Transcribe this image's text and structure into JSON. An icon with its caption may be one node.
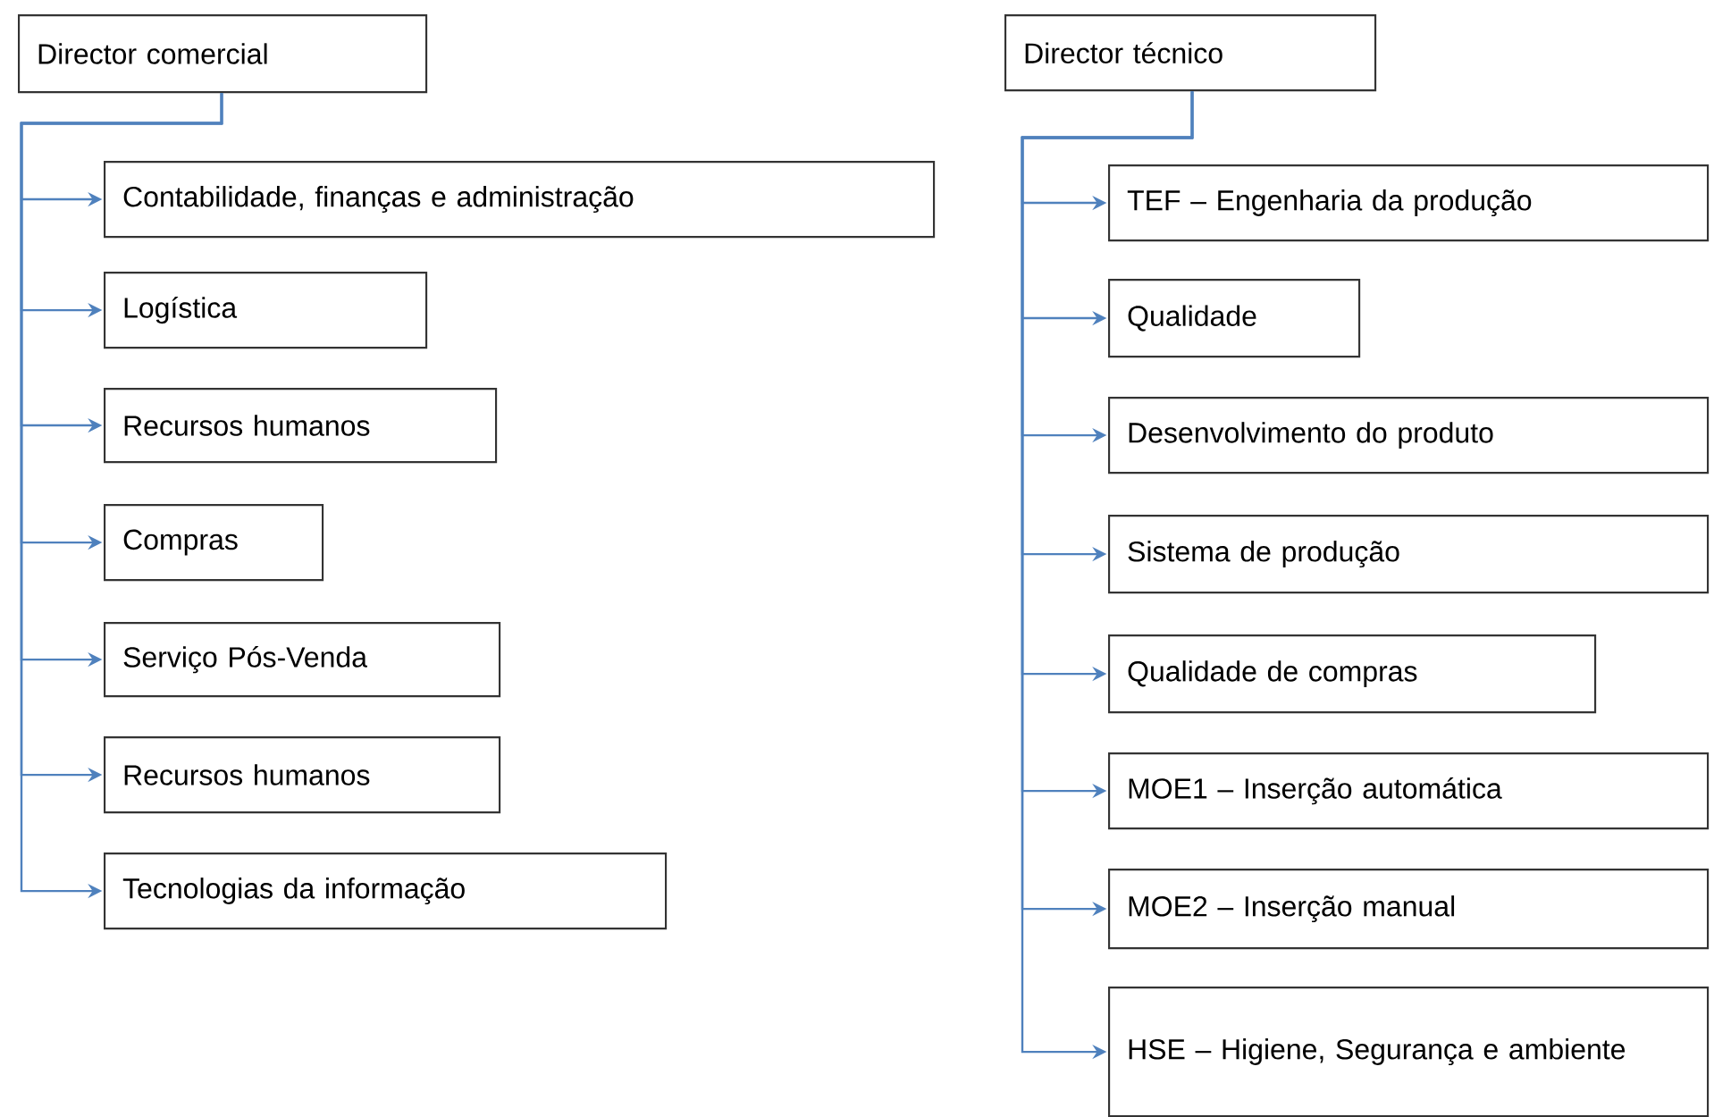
{
  "diagram": {
    "nodes": [
      {
        "text": [
          "Director comercial"
        ]
      },
      {
        "text": [
          "Contabilidade, finanças e administração"
        ]
      },
      {
        "text": [
          "Logística"
        ]
      },
      {
        "text": [
          "Recursos humanos"
        ]
      },
      {
        "text": [
          "Compras"
        ]
      },
      {
        "text": [
          "Serviço Pós-Venda"
        ]
      },
      {
        "text": [
          "Recursos humanos"
        ]
      },
      {
        "text": [
          "Tecnologias da informação"
        ]
      },
      {
        "text": [
          "Director técnico"
        ]
      },
      {
        "text": [
          "TEF – Engenharia da produção"
        ]
      },
      {
        "text": [
          "Qualidade"
        ]
      },
      {
        "text": [
          "Desenvolvimento do produto"
        ]
      },
      {
        "text": [
          "Sistema de produção"
        ]
      },
      {
        "text": [
          "Qualidade de compras"
        ]
      },
      {
        "text": [
          "MOE1 – Inserção automática"
        ]
      },
      {
        "text": [
          "MOE2 – Inserção manual"
        ]
      },
      {
        "text": [
          "HSE – Higiene, Segurança e ambiente"
        ]
      }
    ],
    "edges": [
      {
        "from": 0,
        "to": 1,
        "arrow": "to"
      },
      {
        "from": 0,
        "to": 2,
        "arrow": "to"
      },
      {
        "from": 0,
        "to": 3,
        "arrow": "to"
      },
      {
        "from": 0,
        "to": 4,
        "arrow": "to"
      },
      {
        "from": 0,
        "to": 5,
        "arrow": "to"
      },
      {
        "from": 0,
        "to": 6,
        "arrow": "to"
      },
      {
        "from": 0,
        "to": 7,
        "arrow": "to"
      },
      {
        "from": 8,
        "to": 9,
        "arrow": "to"
      },
      {
        "from": 8,
        "to": 10,
        "arrow": "to"
      },
      {
        "from": 8,
        "to": 11,
        "arrow": "to"
      },
      {
        "from": 8,
        "to": 12,
        "arrow": "to"
      },
      {
        "from": 8,
        "to": 13,
        "arrow": "to"
      },
      {
        "from": 8,
        "to": 14,
        "arrow": "to"
      },
      {
        "from": 8,
        "to": 15,
        "arrow": "to"
      },
      {
        "from": 8,
        "to": 16,
        "arrow": "to"
      }
    ]
  }
}
